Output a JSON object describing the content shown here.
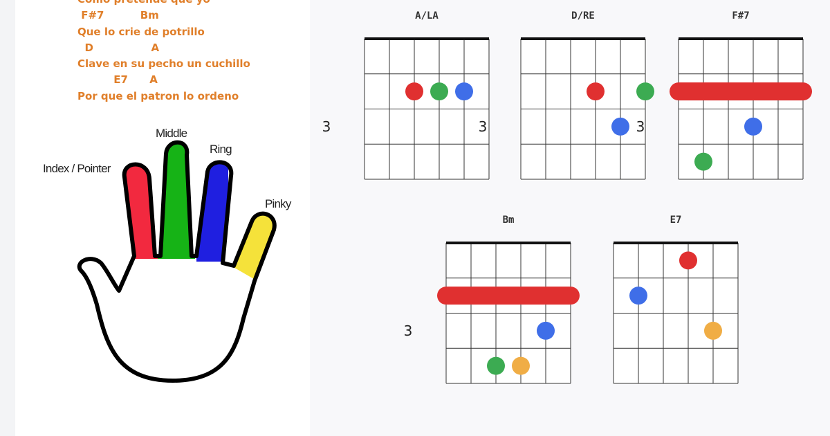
{
  "lyrics": [
    {
      "text": "Como pretende que yo"
    },
    {
      "text": " F#7          Bm"
    },
    {
      "text": "Que lo crie de potrillo"
    },
    {
      "text": "  D                A"
    },
    {
      "text": "Clave en su pecho un cuchillo"
    },
    {
      "text": "          E7      A"
    },
    {
      "text": "Por que el patron lo ordeno"
    }
  ],
  "hand": {
    "labels": {
      "index": "Index / Pointer",
      "middle": "Middle",
      "ring": "Ring",
      "pinky": "Pinky"
    },
    "colors": {
      "index": "#f2293f",
      "middle": "#16b316",
      "ring": "#1f1fe0",
      "pinky": "#f5e23a"
    }
  },
  "finger_colors": {
    "1": "#e03030",
    "2": "#3cab52",
    "3": "#3f6ee8",
    "4": "#f0ad45"
  },
  "chords": [
    {
      "name": "A/LA",
      "fret_label": "3",
      "barre": null,
      "dots": [
        {
          "string": 3,
          "fret": 2,
          "finger": 1
        },
        {
          "string": 4,
          "fret": 2,
          "finger": 2
        },
        {
          "string": 5,
          "fret": 2,
          "finger": 3
        }
      ]
    },
    {
      "name": "D/RE",
      "fret_label": "3",
      "barre": null,
      "dots": [
        {
          "string": 4,
          "fret": 2,
          "finger": 1
        },
        {
          "string": 6,
          "fret": 2,
          "finger": 2
        },
        {
          "string": 5,
          "fret": 3,
          "finger": 3
        }
      ]
    },
    {
      "name": "F#7",
      "fret_label": "3",
      "barre": {
        "fret": 2,
        "finger": 1
      },
      "dots": [
        {
          "string": 4,
          "fret": 3,
          "finger": 3
        },
        {
          "string": 2,
          "fret": 4,
          "finger": 2
        }
      ]
    },
    {
      "name": "Bm",
      "fret_label": "3",
      "barre": {
        "fret": 2,
        "finger": 1
      },
      "dots": [
        {
          "string": 5,
          "fret": 3,
          "finger": 3
        },
        {
          "string": 3,
          "fret": 4,
          "finger": 2
        },
        {
          "string": 4,
          "fret": 4,
          "finger": 4
        }
      ]
    },
    {
      "name": "E7",
      "fret_label": "",
      "barre": null,
      "dots": [
        {
          "string": 4,
          "fret": 1,
          "finger": 1
        },
        {
          "string": 2,
          "fret": 2,
          "finger": 3
        },
        {
          "string": 5,
          "fret": 3,
          "finger": 4
        }
      ]
    }
  ]
}
